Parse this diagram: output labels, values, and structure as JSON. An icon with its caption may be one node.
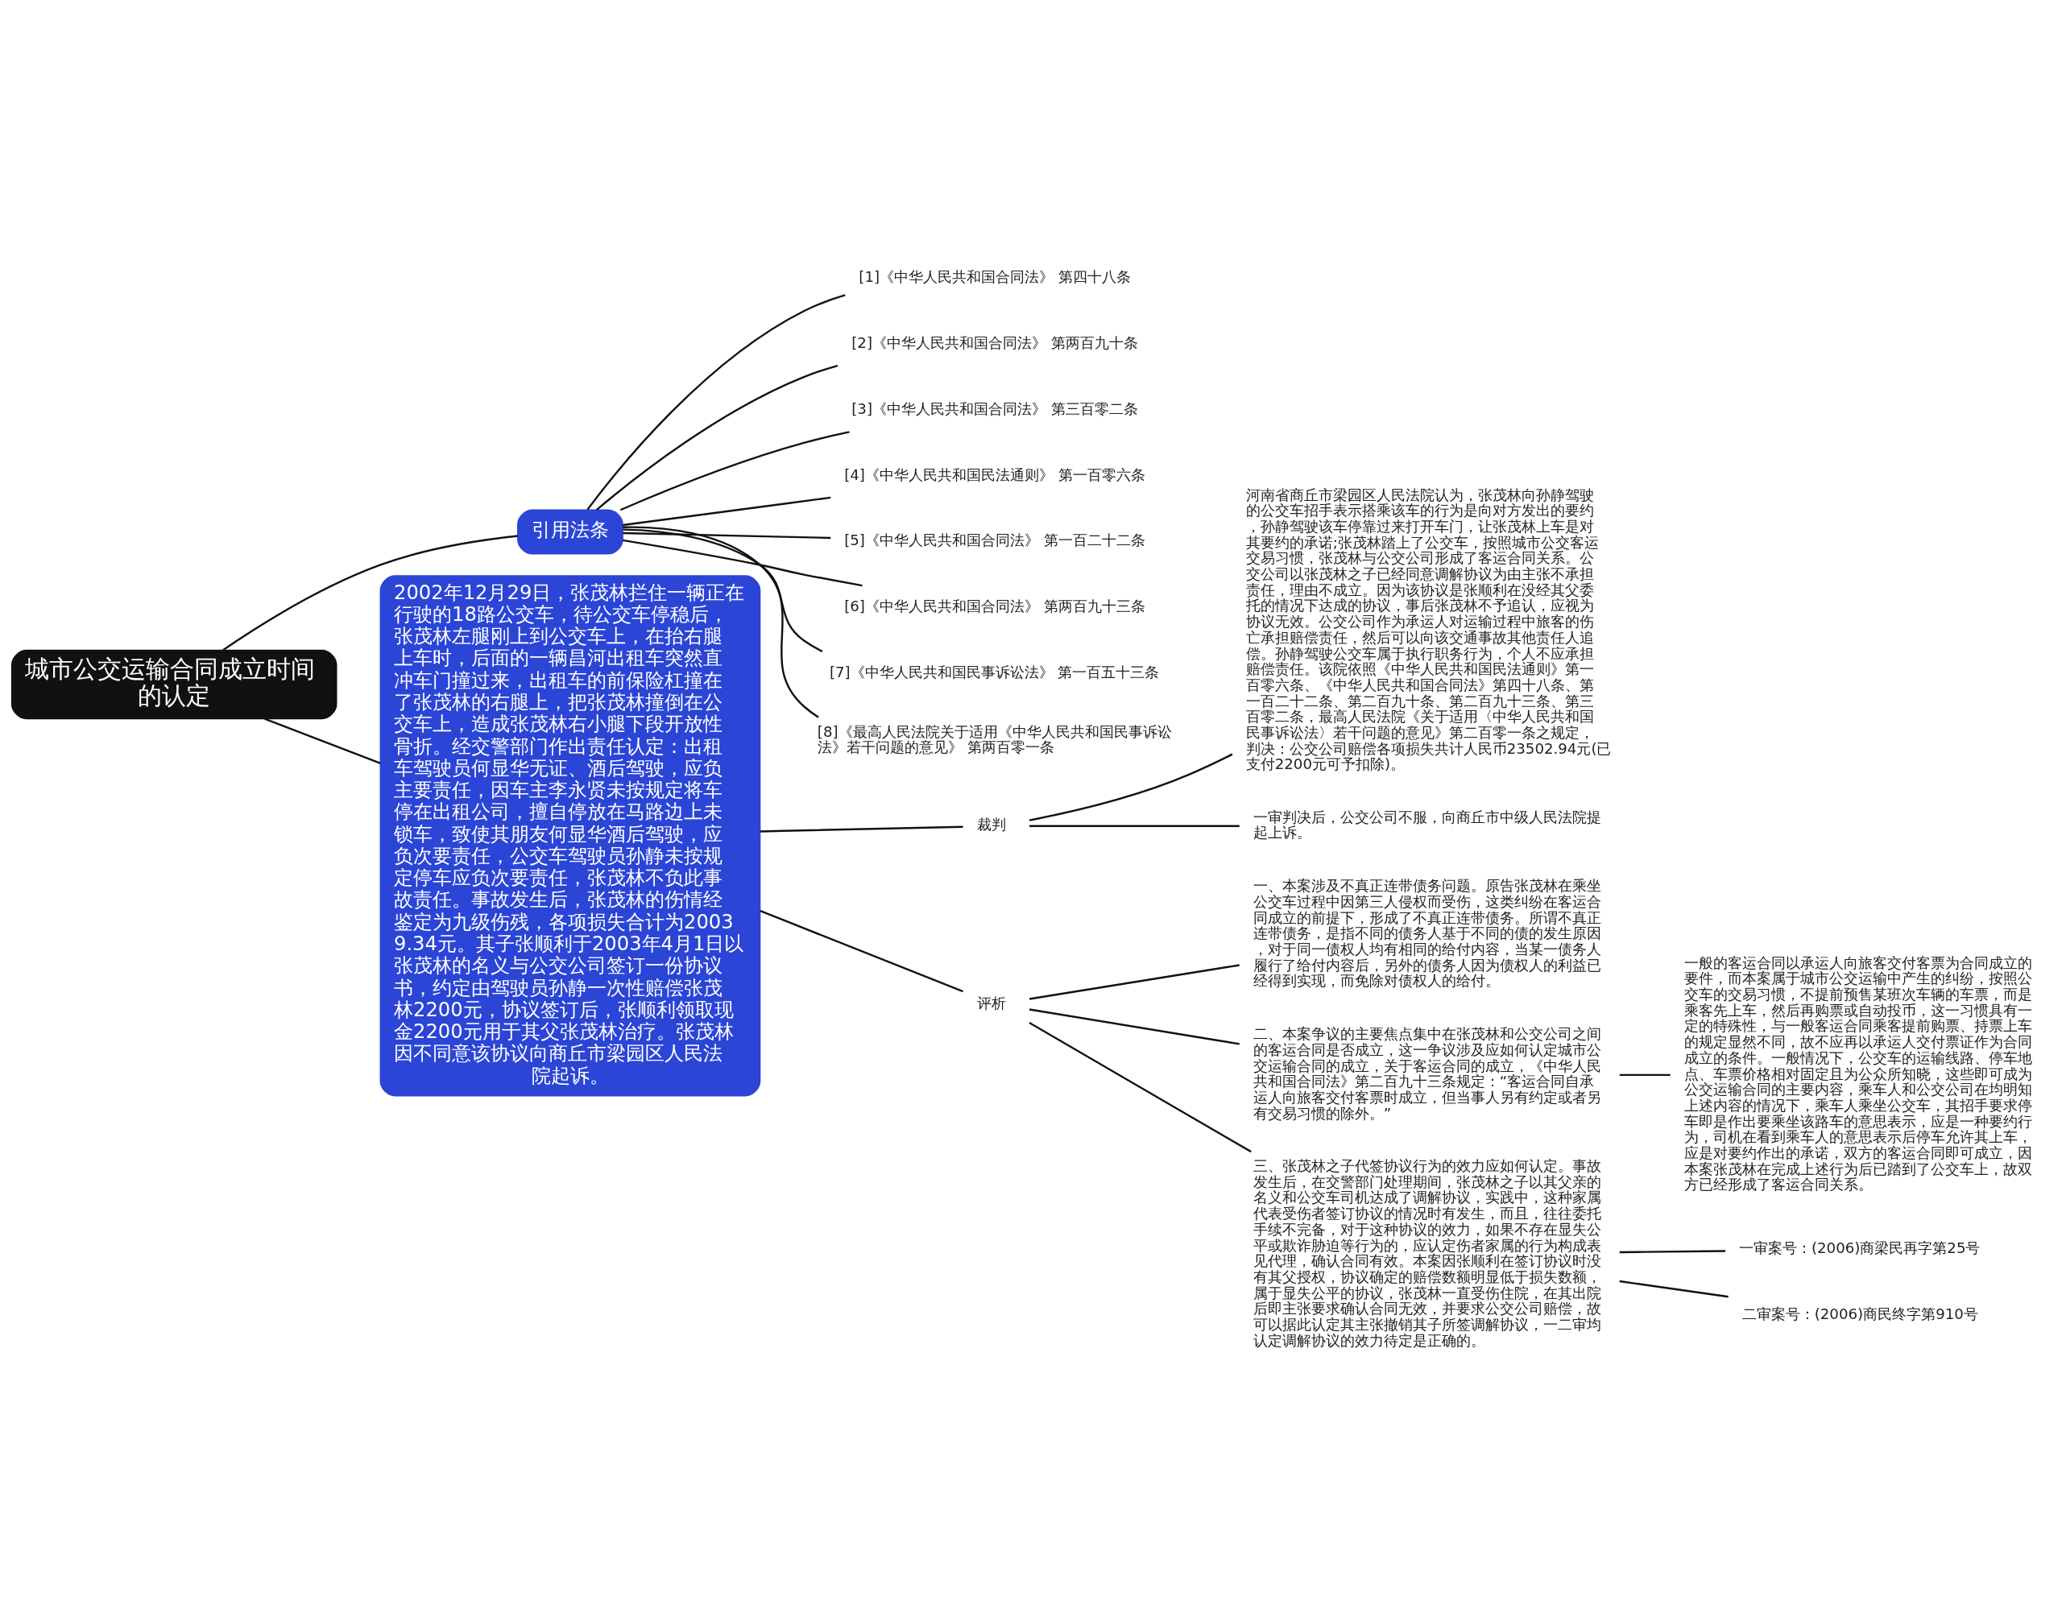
{
  "diagram": {
    "nodes": [
      {
        "text": [
          "城市公交运输合同成立时间的认定"
        ]
      },
      {
        "text": [
          "引用法条"
        ]
      },
      {
        "text": [
          "[1]《中华人民共和国合同法》 第四十八条"
        ]
      },
      {
        "text": [
          "[2]《中华人民共和国合同法》 第两百九十条"
        ]
      },
      {
        "text": [
          "[3]《中华人民共和国合同法》 第三百零二条"
        ]
      },
      {
        "text": [
          "[4]《中华人民共和国民法通则》 第一百零六条"
        ]
      },
      {
        "text": [
          "[5]《中华人民共和国合同法》 第一百二十二条"
        ]
      },
      {
        "text": [
          "[6]《中华人民共和国合同法》 第两百九十三条"
        ]
      },
      {
        "text": [
          "[7]《中华人民共和国民事诉讼法》 第一百五十三条"
        ]
      },
      {
        "text": [
          "[8]《最高人民法院关于适用《中华人民共和国民事诉讼法》若干问题的意见》 第两百零一条"
        ]
      },
      {
        "text": [
          "2002年12月29日，张茂林拦住一辆正在行驶的18路公交车，待公交车停稳后，张茂林左腿刚上到公交车上，在抬右腿上车时，后面的一辆昌河出租车突然直冲车门撞过来，出租车的前保险杠撞在了张茂林的右腿上，把张茂林撞倒在公交车上，造成张茂林右小腿下段开放性骨折。经交警部门作出责任认定：出租车驾驶员何显华无证、酒后驾驶，应负主要责任，因车主李永贤未按规定将车停在出租公司，擅自停放在马路边上未锁车，致使其朋友何显华酒后驾驶，应负次要责任，公交车驾驶员孙静未按规定停车应负次要责任，张茂林不负此事故责任。事故发生后，张茂林的伤情经鉴定为九级伤残，各项损失合计为20039.34元。其子张顺利于2003年4月1日以张茂林的名义与公交公司签订一份协议书，约定由驾驶员孙静一次性赔偿张茂林2200元，协议签订后，张顺利领取现金2200元用于其父张茂林治疗。张茂林因不同意该协议向商丘市梁园区人民法院起诉。"
        ]
      },
      {
        "text": [
          "裁判"
        ]
      },
      {
        "text": [
          "河南省商丘市梁园区人民法院认为，张茂林向孙静驾驶的公交车招手表示搭乘该车的行为是向对方发出的要约，孙静驾驶该车停靠过来打开车门，让张茂林上车是对其要约的承诺;张茂林踏上了公交车，按照城市公交客运交易习惯，张茂林与公交公司形成了客运合同关系。公交公司以张茂林之子已经同意调解协议为由主张不承担责任，理由不成立。因为该协议是张顺利在没经其父委托的情况下达成的协议，事后张茂林不予追认，应视为协议无效。公交公司作为承运人对运输过程中旅客的伤亡承担赔偿责任，然后可以向该交通事故其他责任人追偿。孙静驾驶公交车属于执行职务行为，个人不应承担赔偿责任。该院依照《中华人民共和国民法通则》第一百零六条、《中华人民共和国合同法》第四十八条、第一百二十二条、第二百九十条、第二百九十三条、第三百零二条，最高人民法院《关于适用〈中华人民共和国民事诉讼法〉若干问题的意见》第二百零一条之规定，判决：公交公司赔偿各项损失共计人民币23502.94元(已支付2200元可予扣除)。"
        ]
      },
      {
        "text": [
          "一审判决后，公交公司不服，向商丘市中级人民法院提起上诉。"
        ]
      },
      {
        "text": [
          "评析"
        ]
      },
      {
        "text": [
          "一、本案涉及不真正连带债务问题。原告张茂林在乘坐公交车过程中因第三人侵权而受伤，这类纠纷在客运合同成立的前提下，形成了不真正连带债务。所谓不真正连带债务，是指不同的债务人基于不同的债的发生原因，对于同一债权人均有相同的给付内容，当某一债务人履行了给付内容后，另外的债务人因为债权人的利益已经得到实现，而免除对债权人的给付。"
        ]
      },
      {
        "text": [
          "二、本案争议的主要焦点集中在张茂林和公交公司之间的客运合同是否成立，这一争议涉及应如何认定城市公交运输合同的成立，关于客运合同的成立，《中华人民共和国合同法》第二百九十三条规定：“客运合同自承运人向旅客交付客票时成立，但当事人另有约定或者另有交易习惯的除外。”"
        ]
      },
      {
        "text": [
          "一般的客运合同以承运人向旅客交付客票为合同成立的要件，而本案属于城市公交运输中产生的纠纷，按照公交车的交易习惯，不提前预售某班次车辆的车票，而是乘客先上车，然后再购票或自动投币，这一习惯具有一定的特殊性，与一般客运合同乘客提前购票、持票上车的规定显然不同，故不应再以承运人交付票证作为合同成立的条件。一般情况下，公交车的运输线路、停车地点、车票价格相对固定且为公众所知晓，这些即可成为公交运输合同的主要内容，乘车人和公交公司在均明知上述内容的情况下，乘车人乘坐公交车，其招手要求停车即是作出要乘坐该路车的意思表示，应是一种要约行为，司机在看到乘车人的意思表示后停车允许其上车，应是对要约作出的承诺，双方的客运合同即可成立，因本案张茂林在完成上述行为后已踏到了公交车上，故双方已经形成了客运合同关系。"
        ]
      },
      {
        "text": [
          "三、张茂林之子代签协议行为的效力应如何认定。事故发生后，在交警部门处理期间，张茂林之子以其父亲的名义和公交车司机达成了调解协议，实践中，这种家属代表受伤者签订协议的情况时有发生，而且，往往委托手续不完备，对于这种协议的效力，如果不存在显失公平或欺诈胁迫等行为的，应认定伤者家属的行为构成表见代理，确认合同有效。本案因张顺利在签订协议时没有其父授权，协议确定的赔偿数额明显低于损失数额，属于显失公平的协议，张茂林一直受伤住院，在其出院后即主张要求确认合同无效，并要求公交公司赔偿，故可以据此认定其主张撤销其子所签调解协议，一二审均认定调解协议的效力待定是正确的。"
        ]
      },
      {
        "text": [
          "一审案号：(2006)商梁民再字第25号"
        ]
      },
      {
        "text": [
          "二审案号：(2006)商民终字第910号"
        ]
      }
    ],
    "edges": [
      {
        "from": 0,
        "to": 1,
        "arrow": "none"
      },
      {
        "from": 1,
        "to": 2,
        "arrow": "none"
      },
      {
        "from": 1,
        "to": 3,
        "arrow": "none"
      },
      {
        "from": 1,
        "to": 4,
        "arrow": "none"
      },
      {
        "from": 1,
        "to": 5,
        "arrow": "none"
      },
      {
        "from": 1,
        "to": 6,
        "arrow": "none"
      },
      {
        "from": 1,
        "to": 7,
        "arrow": "none"
      },
      {
        "from": 1,
        "to": 8,
        "arrow": "none"
      },
      {
        "from": 1,
        "to": 9,
        "arrow": "none"
      },
      {
        "from": 0,
        "to": 10,
        "arrow": "none"
      },
      {
        "from": 10,
        "to": 11,
        "arrow": "none"
      },
      {
        "from": 11,
        "to": 12,
        "arrow": "none"
      },
      {
        "from": 11,
        "to": 13,
        "arrow": "none"
      },
      {
        "from": 10,
        "to": 14,
        "arrow": "none"
      },
      {
        "from": 14,
        "to": 15,
        "arrow": "none"
      },
      {
        "from": 14,
        "to": 16,
        "arrow": "none"
      },
      {
        "from": 16,
        "to": 17,
        "arrow": "none"
      },
      {
        "from": 14,
        "to": 18,
        "arrow": "none"
      },
      {
        "from": 18,
        "to": 19,
        "arrow": "none"
      },
      {
        "from": 18,
        "to": 20,
        "arrow": "none"
      }
    ]
  }
}
